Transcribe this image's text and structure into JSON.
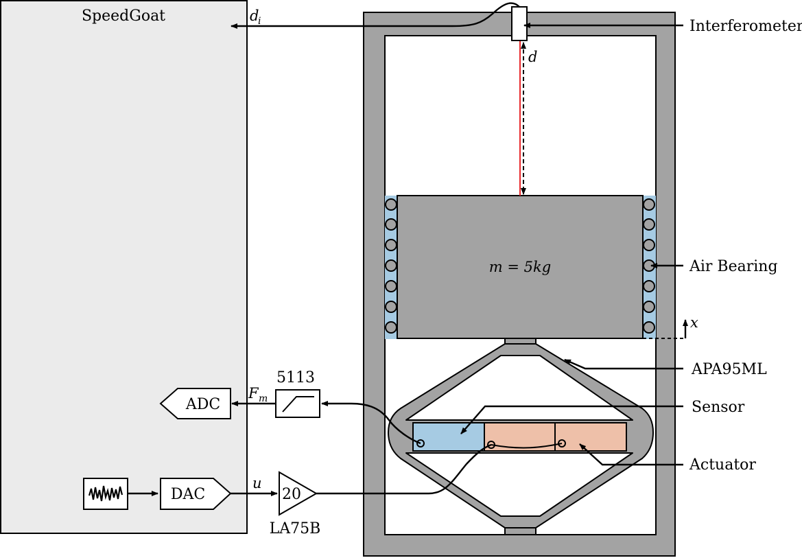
{
  "speedgoat": {
    "title": "SpeedGoat"
  },
  "blocks": {
    "adc": "ADC",
    "dac": "DAC",
    "filter_label": "5113",
    "amplifier_gain": "20",
    "amplifier_label": "LA75B"
  },
  "signals": {
    "di": "d",
    "di_sub": "i",
    "d": "d",
    "fm": "F",
    "fm_sub": "m",
    "u": "u",
    "x": "x"
  },
  "mass": {
    "label": "m = 5kg"
  },
  "annotations": {
    "interferometer": "Interferometer",
    "air_bearing": "Air Bearing",
    "apa": "APA95ML",
    "sensor": "Sensor",
    "actuator": "Actuator"
  },
  "colors": {
    "frame_gray": "#a3a3a3",
    "speedgoat_bg": "#ebebeb",
    "sensor_blue": "#a6cbe3",
    "actuator_salmon": "#eec0a9",
    "laser_red": "#e8282b"
  }
}
